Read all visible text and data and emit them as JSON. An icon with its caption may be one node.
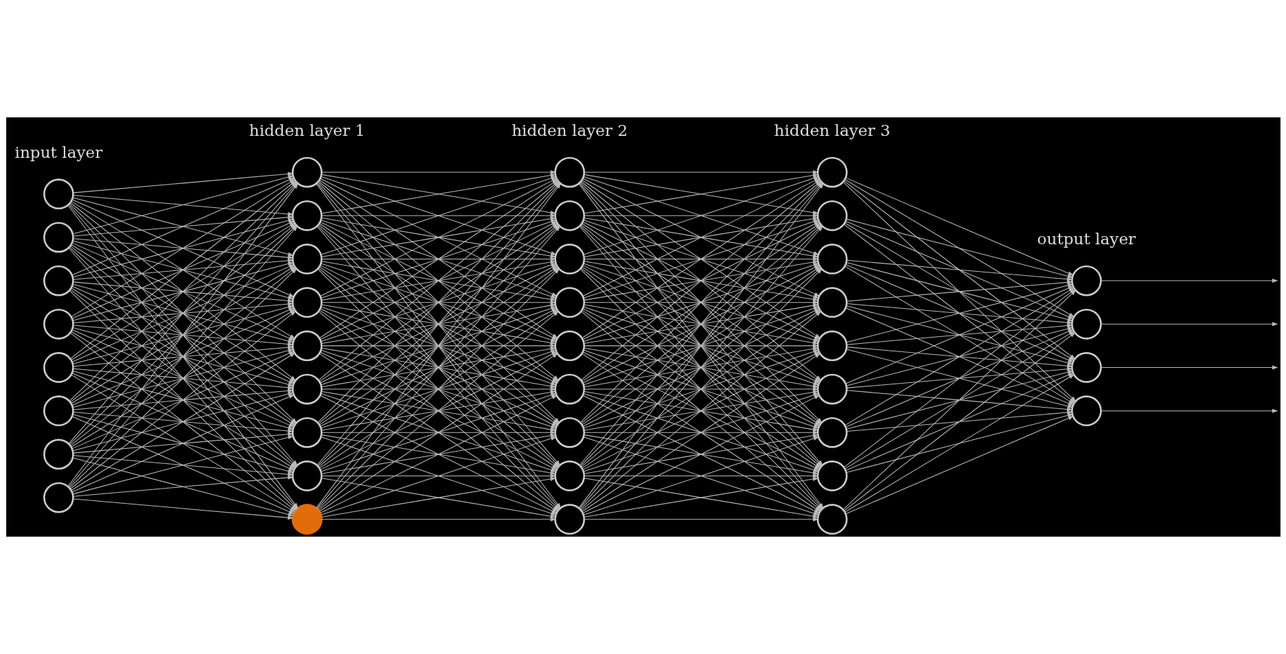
{
  "diagram": {
    "nodes": [
      {
        "text": [],
        "shape": "circle"
      },
      {
        "text": [],
        "shape": "circle"
      },
      {
        "text": [],
        "shape": "circle"
      },
      {
        "text": [],
        "shape": "circle"
      },
      {
        "text": [],
        "shape": "circle"
      },
      {
        "text": [],
        "shape": "circle"
      },
      {
        "text": [],
        "shape": "circle"
      },
      {
        "text": [],
        "shape": "circle"
      },
      {
        "text": [],
        "shape": "circle"
      },
      {
        "text": [],
        "shape": "circle"
      },
      {
        "text": [],
        "shape": "circle"
      },
      {
        "text": [],
        "shape": "circle"
      },
      {
        "text": [],
        "shape": "circle"
      },
      {
        "text": [],
        "shape": "circle"
      },
      {
        "text": [],
        "shape": "circle"
      },
      {
        "text": [],
        "shape": "circle"
      },
      {
        "text": [],
        "shape": "circle"
      },
      {
        "text": [],
        "shape": "circle"
      },
      {
        "text": [],
        "shape": "circle"
      },
      {
        "text": [],
        "shape": "circle"
      },
      {
        "text": [],
        "shape": "circle"
      },
      {
        "text": [],
        "shape": "circle"
      },
      {
        "text": [],
        "shape": "circle"
      },
      {
        "text": [],
        "shape": "circle"
      },
      {
        "text": [],
        "shape": "circle"
      },
      {
        "text": [],
        "shape": "circle"
      },
      {
        "text": [],
        "shape": "circle"
      },
      {
        "text": [],
        "shape": "circle"
      },
      {
        "text": [],
        "shape": "circle"
      },
      {
        "text": [],
        "shape": "circle"
      },
      {
        "text": [],
        "shape": "circle"
      },
      {
        "text": [],
        "shape": "circle"
      },
      {
        "text": [],
        "shape": "circle"
      },
      {
        "text": [],
        "shape": "circle"
      },
      {
        "text": [],
        "shape": "circle"
      },
      {
        "text": [],
        "shape": "circle"
      },
      {
        "text": [],
        "shape": "circle"
      },
      {
        "text": [],
        "shape": "circle"
      },
      {
        "text": [],
        "shape": "circle"
      }
    ],
    "edges": [
      {
        "from": 0,
        "to": 8,
        "arrow": "to"
      },
      {
        "from": 0,
        "to": 9,
        "arrow": "to"
      },
      {
        "from": 0,
        "to": 10,
        "arrow": "to"
      },
      {
        "from": 0,
        "to": 11,
        "arrow": "to"
      },
      {
        "from": 0,
        "to": 12,
        "arrow": "to"
      },
      {
        "from": 0,
        "to": 13,
        "arrow": "to"
      },
      {
        "from": 0,
        "to": 14,
        "arrow": "to"
      },
      {
        "from": 0,
        "to": 15,
        "arrow": "to"
      },
      {
        "from": 0,
        "to": 16,
        "arrow": "to"
      },
      {
        "from": 1,
        "to": 8,
        "arrow": "to"
      },
      {
        "from": 1,
        "to": 9,
        "arrow": "to"
      },
      {
        "from": 1,
        "to": 10,
        "arrow": "to"
      },
      {
        "from": 1,
        "to": 11,
        "arrow": "to"
      },
      {
        "from": 1,
        "to": 12,
        "arrow": "to"
      },
      {
        "from": 1,
        "to": 13,
        "arrow": "to"
      },
      {
        "from": 1,
        "to": 14,
        "arrow": "to"
      },
      {
        "from": 1,
        "to": 15,
        "arrow": "to"
      },
      {
        "from": 1,
        "to": 16,
        "arrow": "to"
      },
      {
        "from": 2,
        "to": 8,
        "arrow": "to"
      },
      {
        "from": 2,
        "to": 9,
        "arrow": "to"
      },
      {
        "from": 2,
        "to": 10,
        "arrow": "to"
      },
      {
        "from": 2,
        "to": 11,
        "arrow": "to"
      },
      {
        "from": 2,
        "to": 12,
        "arrow": "to"
      },
      {
        "from": 2,
        "to": 13,
        "arrow": "to"
      },
      {
        "from": 2,
        "to": 14,
        "arrow": "to"
      },
      {
        "from": 2,
        "to": 15,
        "arrow": "to"
      },
      {
        "from": 2,
        "to": 16,
        "arrow": "to"
      },
      {
        "from": 3,
        "to": 8,
        "arrow": "to"
      },
      {
        "from": 3,
        "to": 9,
        "arrow": "to"
      },
      {
        "from": 3,
        "to": 10,
        "arrow": "to"
      },
      {
        "from": 3,
        "to": 11,
        "arrow": "to"
      },
      {
        "from": 3,
        "to": 12,
        "arrow": "to"
      },
      {
        "from": 3,
        "to": 13,
        "arrow": "to"
      },
      {
        "from": 3,
        "to": 14,
        "arrow": "to"
      },
      {
        "from": 3,
        "to": 15,
        "arrow": "to"
      },
      {
        "from": 3,
        "to": 16,
        "arrow": "to"
      },
      {
        "from": 4,
        "to": 8,
        "arrow": "to"
      },
      {
        "from": 4,
        "to": 9,
        "arrow": "to"
      },
      {
        "from": 4,
        "to": 10,
        "arrow": "to"
      },
      {
        "from": 4,
        "to": 11,
        "arrow": "to"
      },
      {
        "from": 4,
        "to": 12,
        "arrow": "to"
      },
      {
        "from": 4,
        "to": 13,
        "arrow": "to"
      },
      {
        "from": 4,
        "to": 14,
        "arrow": "to"
      },
      {
        "from": 4,
        "to": 15,
        "arrow": "to"
      },
      {
        "from": 4,
        "to": 16,
        "arrow": "to"
      },
      {
        "from": 5,
        "to": 8,
        "arrow": "to"
      },
      {
        "from": 5,
        "to": 9,
        "arrow": "to"
      },
      {
        "from": 5,
        "to": 10,
        "arrow": "to"
      },
      {
        "from": 5,
        "to": 11,
        "arrow": "to"
      },
      {
        "from": 5,
        "to": 12,
        "arrow": "to"
      },
      {
        "from": 5,
        "to": 13,
        "arrow": "to"
      },
      {
        "from": 5,
        "to": 14,
        "arrow": "to"
      },
      {
        "from": 5,
        "to": 15,
        "arrow": "to"
      },
      {
        "from": 5,
        "to": 16,
        "arrow": "to"
      },
      {
        "from": 6,
        "to": 8,
        "arrow": "to"
      },
      {
        "from": 6,
        "to": 9,
        "arrow": "to"
      },
      {
        "from": 6,
        "to": 10,
        "arrow": "to"
      },
      {
        "from": 6,
        "to": 11,
        "arrow": "to"
      },
      {
        "from": 6,
        "to": 12,
        "arrow": "to"
      },
      {
        "from": 6,
        "to": 13,
        "arrow": "to"
      },
      {
        "from": 6,
        "to": 14,
        "arrow": "to"
      },
      {
        "from": 6,
        "to": 15,
        "arrow": "to"
      },
      {
        "from": 6,
        "to": 16,
        "arrow": "to"
      },
      {
        "from": 7,
        "to": 8,
        "arrow": "to"
      },
      {
        "from": 7,
        "to": 9,
        "arrow": "to"
      },
      {
        "from": 7,
        "to": 10,
        "arrow": "to"
      },
      {
        "from": 7,
        "to": 11,
        "arrow": "to"
      },
      {
        "from": 7,
        "to": 12,
        "arrow": "to"
      },
      {
        "from": 7,
        "to": 13,
        "arrow": "to"
      },
      {
        "from": 7,
        "to": 14,
        "arrow": "to"
      },
      {
        "from": 7,
        "to": 15,
        "arrow": "to"
      },
      {
        "from": 7,
        "to": 16,
        "arrow": "to"
      },
      {
        "from": 8,
        "to": 17,
        "arrow": "to"
      },
      {
        "from": 8,
        "to": 18,
        "arrow": "to"
      },
      {
        "from": 8,
        "to": 19,
        "arrow": "to"
      },
      {
        "from": 8,
        "to": 20,
        "arrow": "to"
      },
      {
        "from": 8,
        "to": 21,
        "arrow": "to"
      },
      {
        "from": 8,
        "to": 22,
        "arrow": "to"
      },
      {
        "from": 8,
        "to": 23,
        "arrow": "to"
      },
      {
        "from": 8,
        "to": 24,
        "arrow": "to"
      },
      {
        "from": 8,
        "to": 25,
        "arrow": "to"
      },
      {
        "from": 9,
        "to": 17,
        "arrow": "to"
      },
      {
        "from": 9,
        "to": 18,
        "arrow": "to"
      },
      {
        "from": 9,
        "to": 19,
        "arrow": "to"
      },
      {
        "from": 9,
        "to": 20,
        "arrow": "to"
      },
      {
        "from": 9,
        "to": 21,
        "arrow": "to"
      },
      {
        "from": 9,
        "to": 22,
        "arrow": "to"
      },
      {
        "from": 9,
        "to": 23,
        "arrow": "to"
      },
      {
        "from": 9,
        "to": 24,
        "arrow": "to"
      },
      {
        "from": 9,
        "to": 25,
        "arrow": "to"
      },
      {
        "from": 10,
        "to": 17,
        "arrow": "to"
      },
      {
        "from": 10,
        "to": 18,
        "arrow": "to"
      },
      {
        "from": 10,
        "to": 19,
        "arrow": "to"
      },
      {
        "from": 10,
        "to": 20,
        "arrow": "to"
      },
      {
        "from": 10,
        "to": 21,
        "arrow": "to"
      },
      {
        "from": 10,
        "to": 22,
        "arrow": "to"
      },
      {
        "from": 10,
        "to": 23,
        "arrow": "to"
      },
      {
        "from": 10,
        "to": 24,
        "arrow": "to"
      },
      {
        "from": 10,
        "to": 25,
        "arrow": "to"
      },
      {
        "from": 11,
        "to": 17,
        "arrow": "to"
      },
      {
        "from": 11,
        "to": 18,
        "arrow": "to"
      },
      {
        "from": 11,
        "to": 19,
        "arrow": "to"
      },
      {
        "from": 11,
        "to": 20,
        "arrow": "to"
      },
      {
        "from": 11,
        "to": 21,
        "arrow": "to"
      },
      {
        "from": 11,
        "to": 22,
        "arrow": "to"
      },
      {
        "from": 11,
        "to": 23,
        "arrow": "to"
      },
      {
        "from": 11,
        "to": 24,
        "arrow": "to"
      },
      {
        "from": 11,
        "to": 25,
        "arrow": "to"
      },
      {
        "from": 12,
        "to": 17,
        "arrow": "to"
      },
      {
        "from": 12,
        "to": 18,
        "arrow": "to"
      },
      {
        "from": 12,
        "to": 19,
        "arrow": "to"
      },
      {
        "from": 12,
        "to": 20,
        "arrow": "to"
      },
      {
        "from": 12,
        "to": 21,
        "arrow": "to"
      },
      {
        "from": 12,
        "to": 22,
        "arrow": "to"
      },
      {
        "from": 12,
        "to": 23,
        "arrow": "to"
      },
      {
        "from": 12,
        "to": 24,
        "arrow": "to"
      },
      {
        "from": 12,
        "to": 25,
        "arrow": "to"
      },
      {
        "from": 13,
        "to": 17,
        "arrow": "to"
      },
      {
        "from": 13,
        "to": 18,
        "arrow": "to"
      },
      {
        "from": 13,
        "to": 19,
        "arrow": "to"
      },
      {
        "from": 13,
        "to": 20,
        "arrow": "to"
      },
      {
        "from": 13,
        "to": 21,
        "arrow": "to"
      },
      {
        "from": 13,
        "to": 22,
        "arrow": "to"
      },
      {
        "from": 13,
        "to": 23,
        "arrow": "to"
      },
      {
        "from": 13,
        "to": 24,
        "arrow": "to"
      },
      {
        "from": 13,
        "to": 25,
        "arrow": "to"
      },
      {
        "from": 14,
        "to": 17,
        "arrow": "to"
      },
      {
        "from": 14,
        "to": 18,
        "arrow": "to"
      },
      {
        "from": 14,
        "to": 19,
        "arrow": "to"
      },
      {
        "from": 14,
        "to": 20,
        "arrow": "to"
      },
      {
        "from": 14,
        "to": 21,
        "arrow": "to"
      },
      {
        "from": 14,
        "to": 22,
        "arrow": "to"
      },
      {
        "from": 14,
        "to": 23,
        "arrow": "to"
      },
      {
        "from": 14,
        "to": 24,
        "arrow": "to"
      },
      {
        "from": 14,
        "to": 25,
        "arrow": "to"
      },
      {
        "from": 15,
        "to": 17,
        "arrow": "to"
      },
      {
        "from": 15,
        "to": 18,
        "arrow": "to"
      },
      {
        "from": 15,
        "to": 19,
        "arrow": "to"
      },
      {
        "from": 15,
        "to": 20,
        "arrow": "to"
      },
      {
        "from": 15,
        "to": 21,
        "arrow": "to"
      },
      {
        "from": 15,
        "to": 22,
        "arrow": "to"
      },
      {
        "from": 15,
        "to": 23,
        "arrow": "to"
      },
      {
        "from": 15,
        "to": 24,
        "arrow": "to"
      },
      {
        "from": 15,
        "to": 25,
        "arrow": "to"
      },
      {
        "from": 16,
        "to": 17,
        "arrow": "to"
      },
      {
        "from": 16,
        "to": 18,
        "arrow": "to"
      },
      {
        "from": 16,
        "to": 19,
        "arrow": "to"
      },
      {
        "from": 16,
        "to": 20,
        "arrow": "to"
      },
      {
        "from": 16,
        "to": 21,
        "arrow": "to"
      },
      {
        "from": 16,
        "to": 22,
        "arrow": "to"
      },
      {
        "from": 16,
        "to": 23,
        "arrow": "to"
      },
      {
        "from": 16,
        "to": 24,
        "arrow": "to"
      },
      {
        "from": 16,
        "to": 25,
        "arrow": "to"
      },
      {
        "from": 17,
        "to": 26,
        "arrow": "to"
      },
      {
        "from": 17,
        "to": 27,
        "arrow": "to"
      },
      {
        "from": 17,
        "to": 28,
        "arrow": "to"
      },
      {
        "from": 17,
        "to": 29,
        "arrow": "to"
      },
      {
        "from": 17,
        "to": 30,
        "arrow": "to"
      },
      {
        "from": 17,
        "to": 31,
        "arrow": "to"
      },
      {
        "from": 17,
        "to": 32,
        "arrow": "to"
      },
      {
        "from": 17,
        "to": 33,
        "arrow": "to"
      },
      {
        "from": 17,
        "to": 34,
        "arrow": "to"
      },
      {
        "from": 18,
        "to": 26,
        "arrow": "to"
      },
      {
        "from": 18,
        "to": 27,
        "arrow": "to"
      },
      {
        "from": 18,
        "to": 28,
        "arrow": "to"
      },
      {
        "from": 18,
        "to": 29,
        "arrow": "to"
      },
      {
        "from": 18,
        "to": 30,
        "arrow": "to"
      },
      {
        "from": 18,
        "to": 31,
        "arrow": "to"
      },
      {
        "from": 18,
        "to": 32,
        "arrow": "to"
      },
      {
        "from": 18,
        "to": 33,
        "arrow": "to"
      },
      {
        "from": 18,
        "to": 34,
        "arrow": "to"
      },
      {
        "from": 19,
        "to": 26,
        "arrow": "to"
      },
      {
        "from": 19,
        "to": 27,
        "arrow": "to"
      },
      {
        "from": 19,
        "to": 28,
        "arrow": "to"
      },
      {
        "from": 19,
        "to": 29,
        "arrow": "to"
      },
      {
        "from": 19,
        "to": 30,
        "arrow": "to"
      },
      {
        "from": 19,
        "to": 31,
        "arrow": "to"
      },
      {
        "from": 19,
        "to": 32,
        "arrow": "to"
      },
      {
        "from": 19,
        "to": 33,
        "arrow": "to"
      },
      {
        "from": 19,
        "to": 34,
        "arrow": "to"
      },
      {
        "from": 20,
        "to": 26,
        "arrow": "to"
      },
      {
        "from": 20,
        "to": 27,
        "arrow": "to"
      },
      {
        "from": 20,
        "to": 28,
        "arrow": "to"
      },
      {
        "from": 20,
        "to": 29,
        "arrow": "to"
      },
      {
        "from": 20,
        "to": 30,
        "arrow": "to"
      },
      {
        "from": 20,
        "to": 31,
        "arrow": "to"
      },
      {
        "from": 20,
        "to": 32,
        "arrow": "to"
      },
      {
        "from": 20,
        "to": 33,
        "arrow": "to"
      },
      {
        "from": 20,
        "to": 34,
        "arrow": "to"
      },
      {
        "from": 21,
        "to": 26,
        "arrow": "to"
      },
      {
        "from": 21,
        "to": 27,
        "arrow": "to"
      },
      {
        "from": 21,
        "to": 28,
        "arrow": "to"
      },
      {
        "from": 21,
        "to": 29,
        "arrow": "to"
      },
      {
        "from": 21,
        "to": 30,
        "arrow": "to"
      },
      {
        "from": 21,
        "to": 31,
        "arrow": "to"
      },
      {
        "from": 21,
        "to": 32,
        "arrow": "to"
      },
      {
        "from": 21,
        "to": 33,
        "arrow": "to"
      },
      {
        "from": 21,
        "to": 34,
        "arrow": "to"
      },
      {
        "from": 22,
        "to": 26,
        "arrow": "to"
      },
      {
        "from": 22,
        "to": 27,
        "arrow": "to"
      },
      {
        "from": 22,
        "to": 28,
        "arrow": "to"
      },
      {
        "from": 22,
        "to": 29,
        "arrow": "to"
      },
      {
        "from": 22,
        "to": 30,
        "arrow": "to"
      },
      {
        "from": 22,
        "to": 31,
        "arrow": "to"
      },
      {
        "from": 22,
        "to": 32,
        "arrow": "to"
      },
      {
        "from": 22,
        "to": 33,
        "arrow": "to"
      },
      {
        "from": 22,
        "to": 34,
        "arrow": "to"
      },
      {
        "from": 23,
        "to": 26,
        "arrow": "to"
      },
      {
        "from": 23,
        "to": 27,
        "arrow": "to"
      },
      {
        "from": 23,
        "to": 28,
        "arrow": "to"
      },
      {
        "from": 23,
        "to": 29,
        "arrow": "to"
      },
      {
        "from": 23,
        "to": 30,
        "arrow": "to"
      },
      {
        "from": 23,
        "to": 31,
        "arrow": "to"
      },
      {
        "from": 23,
        "to": 32,
        "arrow": "to"
      },
      {
        "from": 23,
        "to": 33,
        "arrow": "to"
      },
      {
        "from": 23,
        "to": 34,
        "arrow": "to"
      },
      {
        "from": 24,
        "to": 26,
        "arrow": "to"
      },
      {
        "from": 24,
        "to": 27,
        "arrow": "to"
      },
      {
        "from": 24,
        "to": 28,
        "arrow": "to"
      },
      {
        "from": 24,
        "to": 29,
        "arrow": "to"
      },
      {
        "from": 24,
        "to": 30,
        "arrow": "to"
      },
      {
        "from": 24,
        "to": 31,
        "arrow": "to"
      },
      {
        "from": 24,
        "to": 32,
        "arrow": "to"
      },
      {
        "from": 24,
        "to": 33,
        "arrow": "to"
      },
      {
        "from": 24,
        "to": 34,
        "arrow": "to"
      },
      {
        "from": 25,
        "to": 26,
        "arrow": "to"
      },
      {
        "from": 25,
        "to": 27,
        "arrow": "to"
      },
      {
        "from": 25,
        "to": 28,
        "arrow": "to"
      },
      {
        "from": 25,
        "to": 29,
        "arrow": "to"
      },
      {
        "from": 25,
        "to": 30,
        "arrow": "to"
      },
      {
        "from": 25,
        "to": 31,
        "arrow": "to"
      },
      {
        "from": 25,
        "to": 32,
        "arrow": "to"
      },
      {
        "from": 25,
        "to": 33,
        "arrow": "to"
      },
      {
        "from": 25,
        "to": 34,
        "arrow": "to"
      },
      {
        "from": 26,
        "to": 35,
        "arrow": "to"
      },
      {
        "from": 26,
        "to": 36,
        "arrow": "to"
      },
      {
        "from": 26,
        "to": 37,
        "arrow": "to"
      },
      {
        "from": 26,
        "to": 38,
        "arrow": "to"
      },
      {
        "from": 27,
        "to": 35,
        "arrow": "to"
      },
      {
        "from": 27,
        "to": 36,
        "arrow": "to"
      },
      {
        "from": 27,
        "to": 37,
        "arrow": "to"
      },
      {
        "from": 27,
        "to": 38,
        "arrow": "to"
      },
      {
        "from": 28,
        "to": 35,
        "arrow": "to"
      },
      {
        "from": 28,
        "to": 36,
        "arrow": "to"
      },
      {
        "from": 28,
        "to": 37,
        "arrow": "to"
      },
      {
        "from": 28,
        "to": 38,
        "arrow": "to"
      },
      {
        "from": 29,
        "to": 35,
        "arrow": "to"
      },
      {
        "from": 29,
        "to": 36,
        "arrow": "to"
      },
      {
        "from": 29,
        "to": 37,
        "arrow": "to"
      },
      {
        "from": 29,
        "to": 38,
        "arrow": "to"
      },
      {
        "from": 30,
        "to": 35,
        "arrow": "to"
      },
      {
        "from": 30,
        "to": 36,
        "arrow": "to"
      },
      {
        "from": 30,
        "to": 37,
        "arrow": "to"
      },
      {
        "from": 30,
        "to": 38,
        "arrow": "to"
      },
      {
        "from": 31,
        "to": 35,
        "arrow": "to"
      },
      {
        "from": 31,
        "to": 36,
        "arrow": "to"
      },
      {
        "from": 31,
        "to": 37,
        "arrow": "to"
      },
      {
        "from": 31,
        "to": 38,
        "arrow": "to"
      },
      {
        "from": 32,
        "to": 35,
        "arrow": "to"
      },
      {
        "from": 32,
        "to": 36,
        "arrow": "to"
      },
      {
        "from": 32,
        "to": 37,
        "arrow": "to"
      },
      {
        "from": 32,
        "to": 38,
        "arrow": "to"
      },
      {
        "from": 33,
        "to": 35,
        "arrow": "to"
      },
      {
        "from": 33,
        "to": 36,
        "arrow": "to"
      },
      {
        "from": 33,
        "to": 37,
        "arrow": "to"
      },
      {
        "from": 33,
        "to": 38,
        "arrow": "to"
      },
      {
        "from": 34,
        "to": 35,
        "arrow": "to"
      },
      {
        "from": 34,
        "to": 36,
        "arrow": "to"
      },
      {
        "from": 34,
        "to": 37,
        "arrow": "to"
      },
      {
        "from": 34,
        "to": 38,
        "arrow": "to"
      },
      {
        "from": 35,
        "to": null,
        "arrow": "to"
      },
      {
        "from": 36,
        "to": null,
        "arrow": "to"
      },
      {
        "from": 37,
        "to": null,
        "arrow": "to"
      },
      {
        "from": 38,
        "to": null,
        "arrow": "to"
      }
    ],
    "labels": [
      "input layer",
      "hidden layer 1",
      "hidden layer 2",
      "hidden layer 3",
      "output layer"
    ]
  }
}
